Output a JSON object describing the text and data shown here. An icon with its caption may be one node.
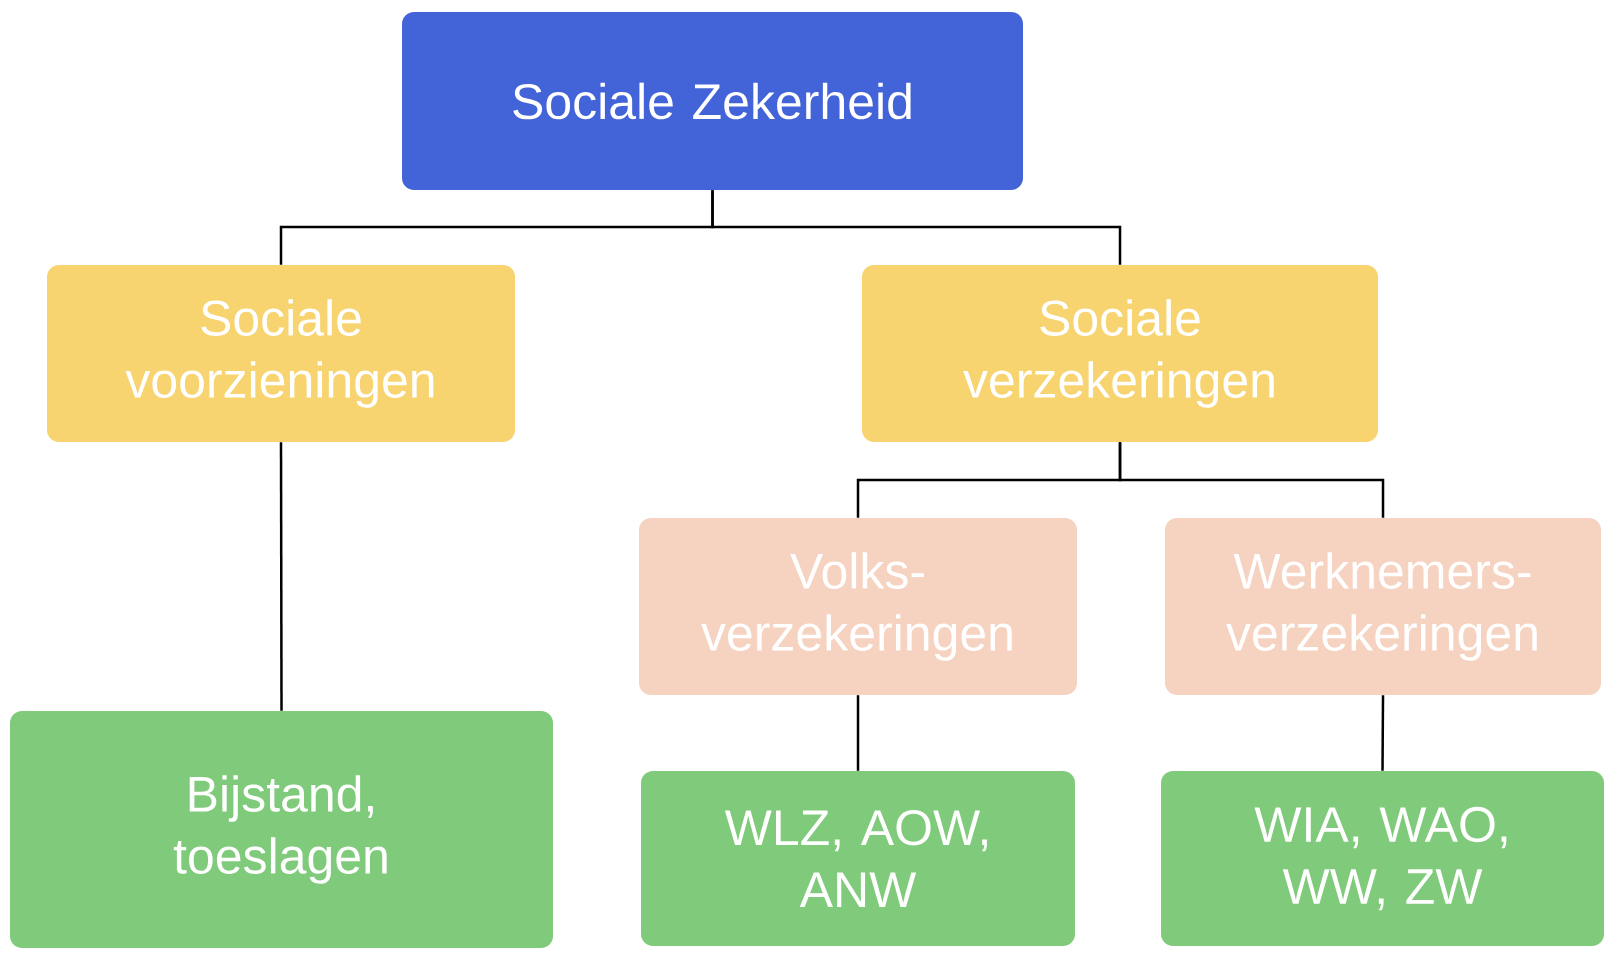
{
  "diagram": {
    "nodes": [
      {
        "text": [
          "Sociale Zekerheid"
        ]
      },
      {
        "text": [
          "Sociale voorzieningen"
        ]
      },
      {
        "text": [
          "Sociale verzekeringen"
        ]
      },
      {
        "text": [
          "Volks-verzekeringen"
        ]
      },
      {
        "text": [
          "Werknemers-verzekeringen"
        ]
      },
      {
        "text": [
          "Bijstand, toeslagen"
        ]
      },
      {
        "text": [
          "WLZ, AOW, ANW"
        ]
      },
      {
        "text": [
          "WIA, WAO, WW, ZW"
        ]
      }
    ],
    "edges": [
      {
        "from": 0,
        "to": 1,
        "arrow": "none"
      },
      {
        "from": 0,
        "to": 2,
        "arrow": "none"
      },
      {
        "from": 2,
        "to": 3,
        "arrow": "none"
      },
      {
        "from": 2,
        "to": 4,
        "arrow": "none"
      },
      {
        "from": 1,
        "to": 5,
        "arrow": "none"
      },
      {
        "from": 3,
        "to": 6,
        "arrow": "none"
      },
      {
        "from": 4,
        "to": 7,
        "arrow": "none"
      }
    ]
  }
}
